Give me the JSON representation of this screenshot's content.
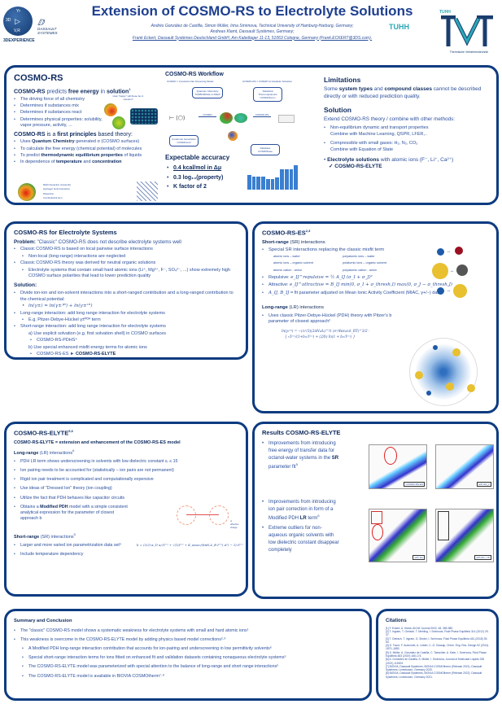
{
  "header": {
    "title": "Extension of COSMO-RS to Electrolyte Solutions",
    "authors1": "Andrés González de Castilla, Simon Müller, Irina Smirnova, Technical University of Hamburg-Harburg, Germany;",
    "authors2": "Andreas Klamt, Dassault Systèmes, Germany;",
    "authors3": "Frank Eckert, Dassault Systèmes Deutschland GmbH, Am Kabellager 11-13, 51063 Cologne, Germany (Frank.ECKERT@3DS.com).",
    "logo_3dx_text": "3DEXPERIENCE",
    "logo_3dx_glyphs": [
      "3D",
      "V,R",
      "Yr"
    ],
    "logo_ds": [
      "DASSAULT",
      "SYSTEMES"
    ],
    "logo_tuhh": "TUHH",
    "logo_tvt": "Thermische Verfahrenstechnik"
  },
  "cosmo_rs": {
    "title": "COSMO-RS",
    "predicts": [
      "COSMO-RS",
      " predicts ",
      "free energy",
      " in ",
      "solution",
      "1"
    ],
    "bullets1": [
      "The driving force of all chemistry",
      "Determines if substances mix",
      "Determines if substances react",
      "Determines physical properties: solubility, vapor pressure, activity, ..."
    ],
    "happy": "How \"happy\" will these be in solution?",
    "first": [
      "COSMO-RS",
      " is a ",
      "first principles",
      " based theory:"
    ],
    "bullets2": [
      [
        "Uses ",
        "Quantum Chemistry",
        " generated σ (COSMO surfaces)"
      ],
      [
        "To calculate the free energy (chemical potential) of molecules"
      ],
      [
        "To predict ",
        "thermodynamic equilibrium properties",
        " of liquids"
      ],
      [
        "In dependence of ",
        "temperature",
        " and ",
        "concentration"
      ]
    ],
    "interactions": [
      "Misfit interaction (Coulomb)",
      "Hydrogen bond interaction",
      "Dispersion",
      "Combinatorial term"
    ],
    "workflow_title": "COSMO-RS Workflow",
    "cosmo_def": "COSMO = Conductor like Screening Model",
    "cosmors_def": "COSMO-RS = COSMO for Realistic Solvation",
    "bubble_qc": "Quantum Chemistry TURBOMOLE or DMol³",
    "bubble_conf": "Conformer Generation COSMOconf",
    "bubble_stat": "Statistical Thermodynamics COSMOtherm",
    "bubble_db": "Database COSMObase",
    "arrow_cosmo": "COSMO",
    "arrow_cosmors": "COSMO-RS",
    "accuracy_title": "Expectable accuracy",
    "accuracy": [
      "0.4 kcal/mol in Δμ",
      "0.3 log₁₀(property)",
      "K factor of 2"
    ],
    "limitations_title": "Limitations",
    "limitations": [
      "Some ",
      "system types",
      " and ",
      "compound classes",
      " cannot be described directly or with reduced prediction quality."
    ],
    "solution_title": "Solution",
    "solution_intro": "Extend COSMO-RS theory / combine with other methods:",
    "solutions": [
      {
        "text": "Non-equilibrium dynamic and transport properties",
        "check": "Combine with Machine Learning, QSPR, LFER,.."
      },
      {
        "text": "Compressible with small gases: H₂, N₂, CO₂",
        "check": "Combine with Equation of State"
      }
    ],
    "electrolyte": [
      "Electrolyte solutions",
      " with atomic ions (F⁻, Li⁺, Ca²⁺)"
    ],
    "elyte": "COSMO-RS-ELYTE",
    "bar_values": [
      0.6,
      0.55,
      0.55,
      0.55,
      0.45,
      0.43,
      0.5,
      0.85,
      0.85,
      0.85,
      1.0
    ]
  },
  "electrolyte_systems": {
    "title": "COSMO-RS for Electrolyte Systems",
    "problem": [
      "Problem: ",
      "\"Classic\" COSMO-RS does not describe electrolyte systems well"
    ],
    "items": [
      "Classic COSMO-RS is based on local pairwise surface interactions",
      "Non-local (long-range) interactions are neglected",
      "Classic COSMO-RS theory was derived for neutral organic solutions",
      "Electrolyte systems that contain small hard atomic ions (Li⁺, Mg²⁺, F⁻, SO₄²⁻, ...) show extremely high COSMO surface polarities that lead to lower prediction quality"
    ],
    "solution": "Solution:",
    "sol_items": [
      "Divide ion-ion and ion-solvent interactions into a short-ranged contribution and a long-ranged contribution to the chemical potential:",
      "ln(γ±) = ln(γ±ᔆᴿ) + ln(γ±ᴸᴿ)",
      "Long-range interaction: add long range interaction for electrolyte systems",
      "E.g. Pitzer-Debye-Hückel γ±ᴾᴰᴴ term",
      "Short-range interaction: add long range interaction for electrolyte systems",
      "a)  Use explicit solvation (e.g. first solvation shell) in COSMO surfaces",
      "COSMO-RS-PDHS⁴",
      "b)  Use special enhanced misfit energy terms for atomic ions",
      "COSMO-RS-ES"
    ],
    "arrow_target": "COSMO-RS-ELYTE"
  },
  "es": {
    "title": "COSMO-RS-ES",
    "title_sup": "2,3",
    "sr_title": [
      "Short-range",
      " (SR) interactions"
    ],
    "sr_bullet": "Special SR interactions replacing the classic misfit term",
    "pairs": [
      "atomic ions – water",
      "polyatomic ions – water",
      "atomic ions – organic solvent",
      "polatomic ions – organic solvent",
      "atomic cation - anion",
      "polyatomic cation - anion"
    ],
    "repulsive": [
      "Repulsive: ",
      "e_IJ^repulsive = ½ A_IJ (σ_I + σ_J)²"
    ],
    "attractive": [
      "Attractive: ",
      "e_IJ^attractive = B_IJ min(0, σ_I + σ_thresh,I) max(0, σ_J − σ_thresh,J)"
    ],
    "fit": [
      "A_IJ, B_IJ",
      " = fit parameter adjusted on Mean Ionic Activity Coefficient (MIAC, γ+/−) data"
    ],
    "lr_title": [
      "Long-range",
      " (LR) interactions"
    ],
    "lr_bullet": "Uses classic Pitzer-Debye-Hückel (PDH) theory with Pitzer's b parameter of closest approach²",
    "formula1": "ln(γᵢᴸᴿ) = −(zᵢ²/3)(2πNₐdₛ)^½ (e²/4πε₀εᵣk_BT)^3/2 ·",
    "formula2": "{ √I⁽ᵐ⁾/(1+bᵢ√I⁽ᵐ⁾) + (2/b) ln(1 + bᵢ√I⁽ᵐ⁾) }"
  },
  "elyte": {
    "title": "COSMO-RS-ELYTE",
    "title_sup": "5,6",
    "def": "COSMO-RS-ELYTE = extension and enhancement of the COSMO-RS-ES model",
    "lr_title": [
      "Long-range",
      " (LR) interactions",
      "6"
    ],
    "lr_items": [
      "PDH LR term shows underscreening in solvents with low dielectric constant εᵣ ≤ 15",
      "Ion pairing needs to be accounted for (statistically – ion pairs are not permanent)",
      "Rigid ion pair treatment is complicated and computationally expensive",
      "Use ideas of \"Dressed Ion\" theory (ion coupling)",
      "Utilize the fact that PDH behaves like capacitor circuits"
    ],
    "modified": [
      "Obtains a ",
      "Modified PDH",
      " model with a simple consistent analytical expression for the parameter of closest approach b"
    ],
    "b_formula": "b = (3/2)·κ_D a/√I⁽ᵐ⁾ + √(1/I⁽ᵐ⁾ + K_assoc/(8πNₐλ_B I⁽ᵐ⁾) A²) − 1/√I⁽ᵐ⁾",
    "sr_title": [
      "Short-range",
      " (SR) interactions",
      "5"
    ],
    "sr_items": [
      "Larger and more varied ion parametrization data set⁵",
      "Include temperature dependency"
    ],
    "diagram_label": "q' effective charge"
  },
  "results": {
    "title": "Results COSMO-RS-ELYTE",
    "r1": [
      "Improvements from introducing free energy of transfer data for octanol-water systems in the ",
      "SR",
      " parameter fit",
      "5"
    ],
    "r2": [
      "Improvements from introducing ion pair correction in form of a Modified PDH ",
      "LR",
      " term",
      "6"
    ],
    "r3": "Extreme outliers for non-aqueous organic solvents with low dielectric constant disappear completely",
    "plot_labels": [
      "COSMO-RS-ES",
      "with ΔG_tr",
      "with ΔG",
      "with ΔG + IP"
    ]
  },
  "summary": {
    "title": "Summary and Conclusion",
    "items": [
      "The \"classic\" COSMO-RS model shows a systematic weakness for electrolyte systems with small and hard atomic ions¹",
      "This weakness is overcome in the COSMO-RS-ELYTE model by adding physics based model corrections²·³",
      "A Modified PDH long-range interaction contribution that accounts for ion-pairing and underscreening in low permittivity solvents⁶",
      "Special short-range interaction terms for ions fitted on enhanced fit and validation datasets containing nonaqueous electrolyte systems⁵",
      "The COSMO-RS-ELYTE model was parameterized with special attention to the balance of  long-range  and short range interactions⁵",
      "The COSMO-RS-ELYTE model is available in BIOVIA COSMOtherm⁷·⁸"
    ]
  },
  "citations": {
    "title": "Citations",
    "items": [
      "[1] F. Eckert, A. Klamt, AIChE Journal 2002, 48, 369-385.",
      "[2] T. Ingram, T. Gerlach, T. Mehling, I. Smirnova, Fluid Phase Equilibria 314 (2012) 29-37.",
      "[3] T. Gerlach, T. Ingram, G. Sieder, I. Smirnova, Fluid Phase Equilibria 461 (2018) 39-50.",
      "[4] O. Toure, F. Audonnet, A. Lebert, C.-G. Dussap, Chem. Eng. Res. Design 92 (2014) 1873–1883.",
      "[5] S. Müller, A. González de Castilla, C. Taeschler, A. Klein, I. Smirnova, Fluid Phase Equilibria 483 (2019) 165-174.",
      "[6] A. González de Castilla, S. Müller, I. Smirnova, Journal of Molecular Liquids 326 (2021) 115204",
      "[7] BIOVIA, Dassault Systèmes, BIOVIA COSMOtherm (Release 2021). Dassault Systèmes: Leverkusen, Germany 2020.",
      "[8] BIOVIA, Dassault Systèmes, BIOVIA COSMOtherm (Release 2022). Dassault Systèmes: Leverkusen, Germany 2021."
    ]
  },
  "colors": {
    "navy": "#0d3b80",
    "text": "#2b4f9c",
    "heading": "#0d2a5e",
    "tuhh": "#2aa8b8"
  }
}
